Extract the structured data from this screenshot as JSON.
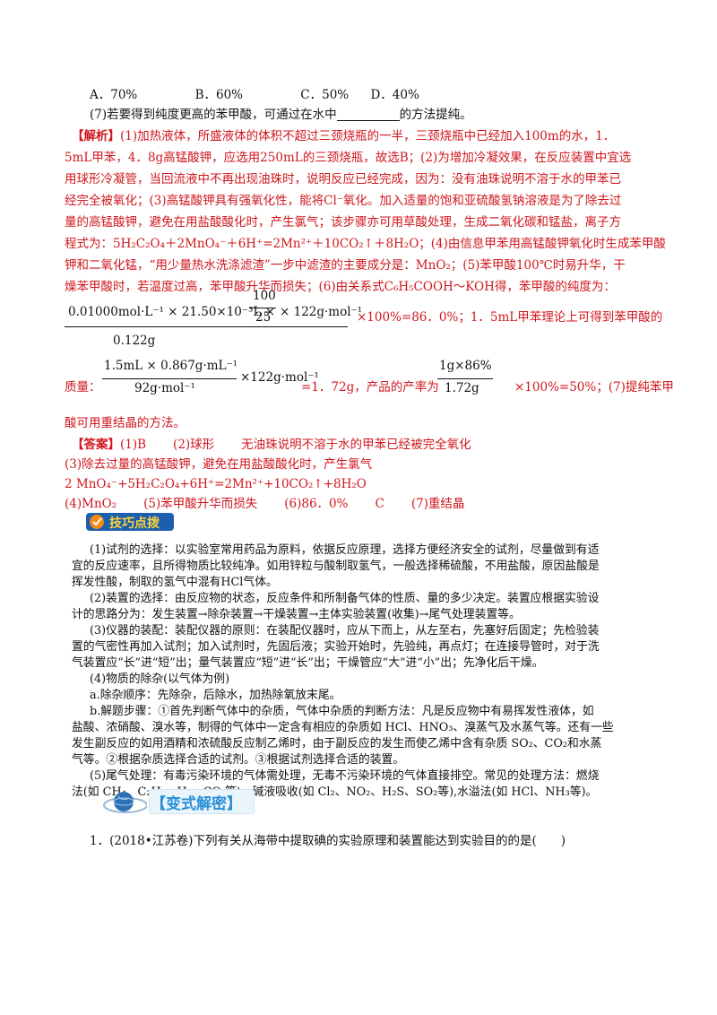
{
  "options_line": [
    "A．70%",
    "B．60%",
    "C．50%",
    "D．40%"
  ],
  "q7": {
    "prefix": "(7)若要得到纯度更高的苯甲酸，可通过在水中",
    "suffix": "的方法提纯。"
  },
  "analysis": {
    "tag": "【解析】",
    "l1": "(1)加热液体，所盛液体的体积不超过三颈烧瓶的一半，三颈烧瓶中已经加入100m的水，1．",
    "l2": "5mL甲苯，4．8g高锰酸钾，应选用250mL的三颈烧瓶，故选B；(2)为增加冷凝效果，在反应装置中宜选",
    "l3": "用球形冷凝管，当回流液中不再出现油珠时，说明反应已经完成，因为：没有油珠说明不溶于水的甲苯已",
    "l4": "经完全被氧化；(3)高锰酸钾具有强氧化性，能将Cl⁻氧化。加入适量的饱和亚硫酸氢钠溶液是为了除去过",
    "l5": "量的高锰酸钾，避免在用盐酸酸化时，产生氯气；该步骤亦可用草酸处理，生成二氧化碳和锰盐，离子方",
    "l6": "程式为：5H₂C₂O₄＋2MnO₄⁻＋6H⁺=2Mn²⁺＋10CO₂↑＋8H₂O；(4)由信息甲苯用高锰酸钾氧化时生成苯甲酸",
    "l7": "钾和二氧化锰，“用少量热水洗涤滤渣”一步中滤渣的主要成分是：MnO₂；(5)苯甲酸100℃时易升华，干",
    "l8": "燥苯甲酸时，若温度过高，苯甲酸升华而损失；(6)由关系式C₆H₅COOH～KOH得，苯甲酸的纯度为："
  },
  "formula1": {
    "num_a": "0.01000mol·L⁻¹ × 21.50×10⁻³L ×",
    "inner_num": "100",
    "inner_den": "25",
    "num_b": "× 122g·mol⁻¹",
    "den": "0.122g",
    "tail": "×100%=86．0%；1．5mL甲苯理论上可得到苯甲酸的"
  },
  "formula2": {
    "label": "质量：",
    "num": "1.5mL × 0.867g·mL⁻¹",
    "den": "92g·mol⁻¹",
    "mult": "×122g·mol⁻¹",
    "mid": "=1．72g，产品的产率为",
    "num2": "1g×86%",
    "den2": "1.72g",
    "tail": "×100%=50%；(7)提纯苯甲"
  },
  "analysis_end": "酸可用重结晶的方法。",
  "answer": {
    "tag": "【答案】",
    "a1": "(1)B",
    "a2": "(2)球形",
    "a3": "无油珠说明不溶于水的甲苯已经被完全氧化",
    "a4": "(3)除去过量的高锰酸钾，避免在用盐酸酸化时，产生氯气",
    "a5": "2 MnO₄⁻+5H₂C₂O₄+6H⁺=2Mn²⁺+10CO₂↑+8H₂O",
    "a6": "(4)MnO₂",
    "a7": "(5)苯甲酸升华而损失",
    "a8": "(6)86．0%",
    "a9": "C",
    "a10": "(7)重结晶"
  },
  "tips_badge": "技巧点拨",
  "tips": {
    "t1": "(1)试剂的选择：以实验室常用药品为原料，依据反应原理，选择方便经济安全的试剂，尽量做到有适",
    "t2": "宜的反应速率，且所得物质比较纯净。如用锌粒与酸制取氢气，一般选择稀硫酸，不用盐酸，原因盐酸是",
    "t3": "挥发性酸，制取的氢气中混有HCl气体。",
    "t4": "(2)装置的选择：由反应物的状态，反应条件和所制备气体的性质、量的多少决定。装置应根据实验设",
    "t5": "计的思路分为：发生装置→除杂装置→干燥装置→主体实验装置(收集)→尾气处理装置等。",
    "t6": "(3)仪器的装配：装配仪器的原则：在装配仪器时，应从下而上，从左至右，先塞好后固定；先检验装",
    "t7": "置的气密性再加入试剂；加入试剂时，先固后液；实验开始时，先验纯，再点灯；在连接导管时，对于洗",
    "t8": "气装置应“长”进“短”出；量气装置应“短”进“长”出；干燥管应“大”进“小”出；先净化后干燥。",
    "t9": "(4)物质的除杂(以气体为例)",
    "t10": "a.除杂顺序：先除杂，后除水，加热除氧放末尾。",
    "t11": "b.解题步骤：①首先判断气体中的杂质，气体中杂质的判断方法：凡是反应物中有易挥发性液体，如",
    "t12": "盐酸、浓硝酸、溴水等，制得的气体中一定含有相应的杂质如 HCl、HNO₃、溴蒸气及水蒸气等。还有一些",
    "t13": "发生副反应的如用酒精和浓硫酸反应制乙烯时，由于副反应的发生而使乙烯中含有杂质 SO₂、CO₂和水蒸",
    "t14": "气等。②根据杂质选择合适的试剂。③根据试剂选择合适的装置。",
    "t15": "(5)尾气处理：有毒污染环境的气体需处理，无毒不污染环境的气体直接排空。常见的处理方法：燃烧",
    "t16": "法(如 CH₄、C₂H₂、H₂、CO 等)，碱液吸收(如 Cl₂、NO₂、H₂S、SO₂等),水溢法(如 HCl、NH₃等)。"
  },
  "section_title": "【变式解密】",
  "question1": "1．(2018•江苏卷)下列有关从海带中提取碘的实验原理和装置能达到实验目的的是(　　)",
  "colors": {
    "red": "#d0161c",
    "badge_blue": "#1b5fae",
    "badge_orange": "#f28a14",
    "section_blue": "#2a8fd8"
  }
}
